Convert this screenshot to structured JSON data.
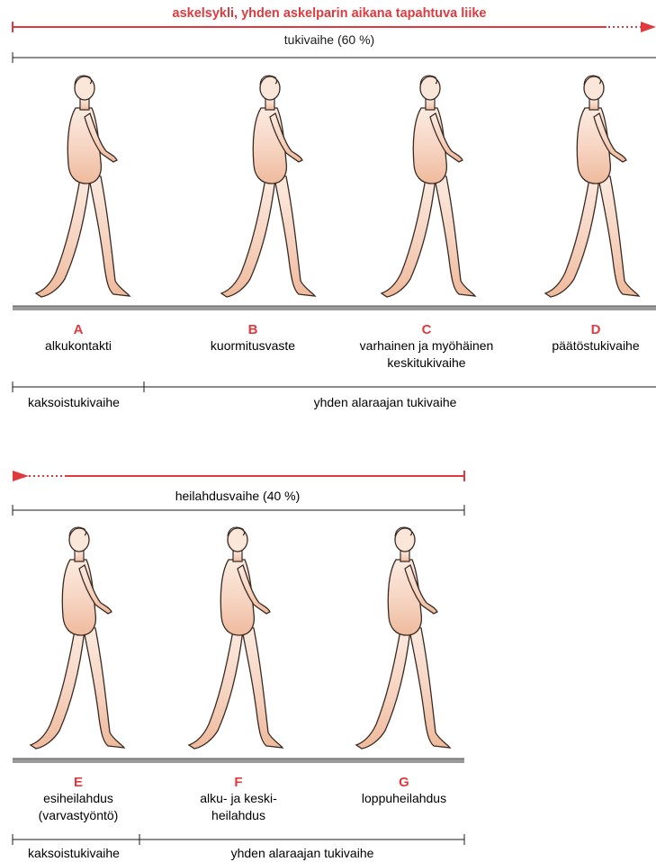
{
  "colors": {
    "accent": "#e03a3e",
    "ink": "#1a1a1a",
    "ground": "#9a9a9a",
    "skin_light": "#fbe6da",
    "skin_dark": "#efb89a",
    "outline": "#3a2a22"
  },
  "top_arrow": {
    "label": "askelsykli, yhden askelparin aikana tapahtuva liike"
  },
  "stance_phase": {
    "label": "tukivaihe (60 %)"
  },
  "swing_phase": {
    "label": "heilahdusvaihe (40 %)"
  },
  "figures": [
    {
      "letter": "A",
      "caption": [
        "alkukontakti"
      ]
    },
    {
      "letter": "B",
      "caption": [
        "kuormitusvaste"
      ]
    },
    {
      "letter": "C",
      "caption": [
        "varhainen ja myöhäinen",
        "keskitukivaihe"
      ]
    },
    {
      "letter": "D",
      "caption": [
        "päätöstukivaihe"
      ]
    },
    {
      "letter": "E",
      "caption": [
        "esiheilahdus",
        "(varvastyöntö)"
      ]
    },
    {
      "letter": "F",
      "caption": [
        "alku- ja keski-",
        "heilahdus"
      ]
    },
    {
      "letter": "G",
      "caption": [
        "loppuheilahdus"
      ]
    }
  ],
  "support_top": {
    "double": "kaksoistukivaihe",
    "single": "yhden alaraajan tukivaihe"
  },
  "support_bottom": {
    "double": "kaksoistukivaihe",
    "single": "yhden alaraajan tukivaihe"
  }
}
